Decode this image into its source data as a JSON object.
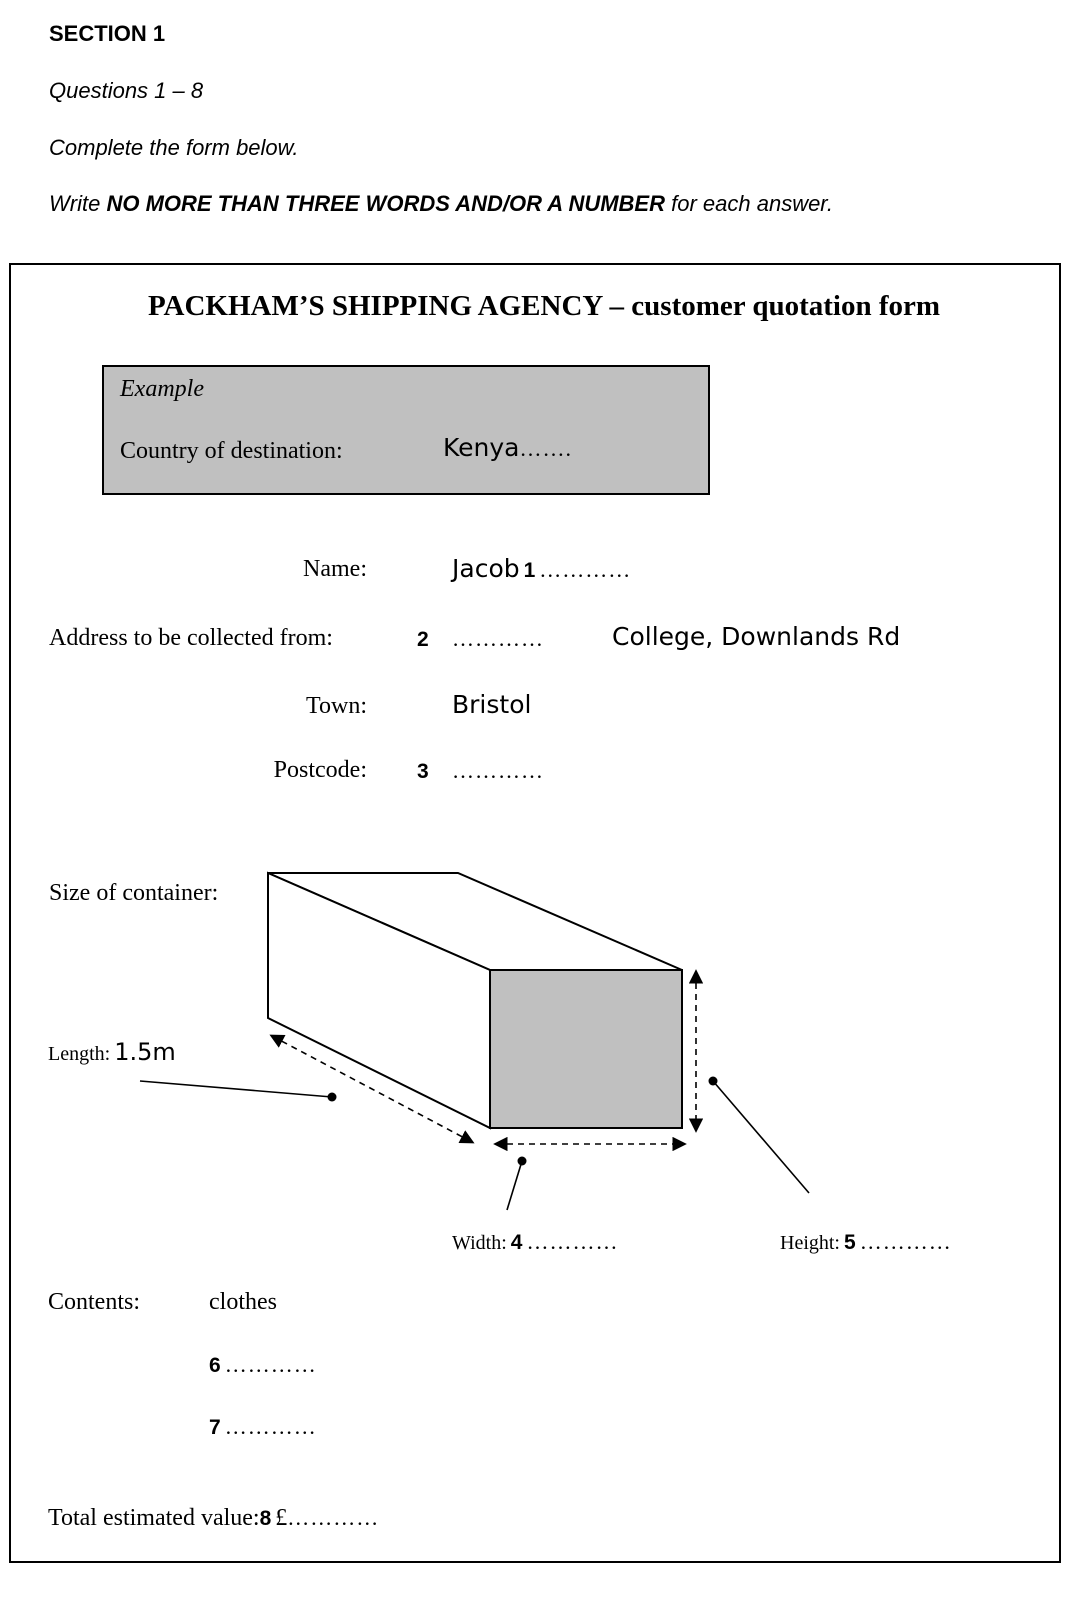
{
  "header": {
    "section": "SECTION 1",
    "questions": "Questions 1 – 8",
    "instruction1": "Complete the form below.",
    "instruction2_pre": "Write ",
    "instruction2_bold": "NO MORE THAN THREE WORDS AND/OR A NUMBER",
    "instruction2_post": " for each answer."
  },
  "form": {
    "title": "PACKHAM’S SHIPPING AGENCY – customer quotation form",
    "example": {
      "heading": "Example",
      "label": "Country of destination:",
      "answer": "Kenya",
      "dots": "……."
    },
    "name": {
      "label": "Name:",
      "given": "Jacob",
      "number": "1",
      "blank": "…………"
    },
    "address": {
      "label": "Address to be collected from:",
      "number": "2",
      "blank": "…………",
      "given": "College, Downlands Rd"
    },
    "town": {
      "label": "Town:",
      "value": "Bristol"
    },
    "postcode": {
      "label": "Postcode:",
      "number": "3",
      "blank": "…………"
    },
    "container": {
      "label": "Size of container:",
      "length_label": "Length:",
      "length_value": "1.5m",
      "width_label": "Width:",
      "width_number": "4",
      "width_blank": "…………",
      "height_label": "Height:",
      "height_number": "5",
      "height_blank": "…………"
    },
    "contents": {
      "label": "Contents:",
      "first": "clothes",
      "items": [
        {
          "number": "6",
          "blank": "…………"
        },
        {
          "number": "7",
          "blank": "…………"
        }
      ]
    },
    "total": {
      "label": "Total estimated value:",
      "number": "8",
      "currency": "£",
      "blank": "…………"
    }
  }
}
